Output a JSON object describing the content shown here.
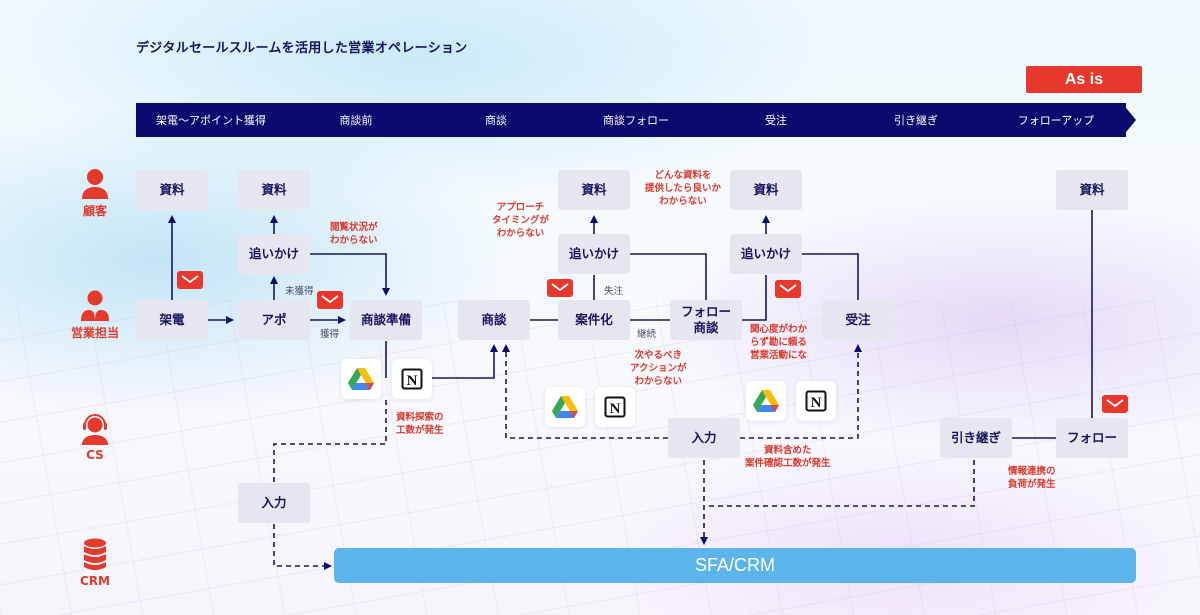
{
  "title": "デジタルセールスルームを活用した営業オペレーション",
  "badge": "As is",
  "phases": [
    "架電〜アポイント獲得",
    "商談前",
    "商談",
    "商談フォロー",
    "受注",
    "引き継ぎ",
    "フォローアップ"
  ],
  "roles": {
    "customer": {
      "label": "顧客",
      "icon": "person-icon"
    },
    "sales": {
      "label": "営業担当",
      "icon": "people-icon"
    },
    "cs": {
      "label": "CS",
      "icon": "headset-icon"
    },
    "crm": {
      "label": "CRM",
      "icon": "database-icon"
    }
  },
  "nodes": {
    "doc1": "資料",
    "doc2": "資料",
    "doc3": "資料",
    "doc4": "資料",
    "doc5": "資料",
    "call": "架電",
    "appo": "アポ",
    "chase1": "追いかけ",
    "prep": "商談準備",
    "meeting": "商談",
    "deal": "案件化",
    "chase2": "追いかけ",
    "follow_meeting": "フォロー\n商談",
    "chase3": "追いかけ",
    "order": "受注",
    "input_cs": "入力",
    "input_mid": "入力",
    "handover": "引き継ぎ",
    "follow": "フォロー"
  },
  "edge_labels": {
    "not_acquired": "未獲得",
    "acquired": "獲得",
    "lost": "失注",
    "continue": "継続"
  },
  "issues": {
    "view_status": "閲覧状況が\nわからない",
    "approach_timing": "アプローチ\nタイミングが\nわからない",
    "which_doc": "どんな資料を\n提供したら良いか\nわからない",
    "doc_search": "資料探索の\n工数が発生",
    "next_action": "次やるべき\nアクションが\nわからない",
    "intuition": "関心度がわか\nらず勘に頼る\n営業活動にな",
    "confirm_cost": "資料含めた\n案件確認工数が発生",
    "info_sharing": "情報連携の\n負荷が発生"
  },
  "tools": [
    "google-drive",
    "notion"
  ],
  "system": "SFA/CRM",
  "colors": {
    "navy": "#0b0a6e",
    "accent_red": "#e8372c",
    "box_bg": "#e6e6f1",
    "crm_blue": "#5bb5ea"
  }
}
